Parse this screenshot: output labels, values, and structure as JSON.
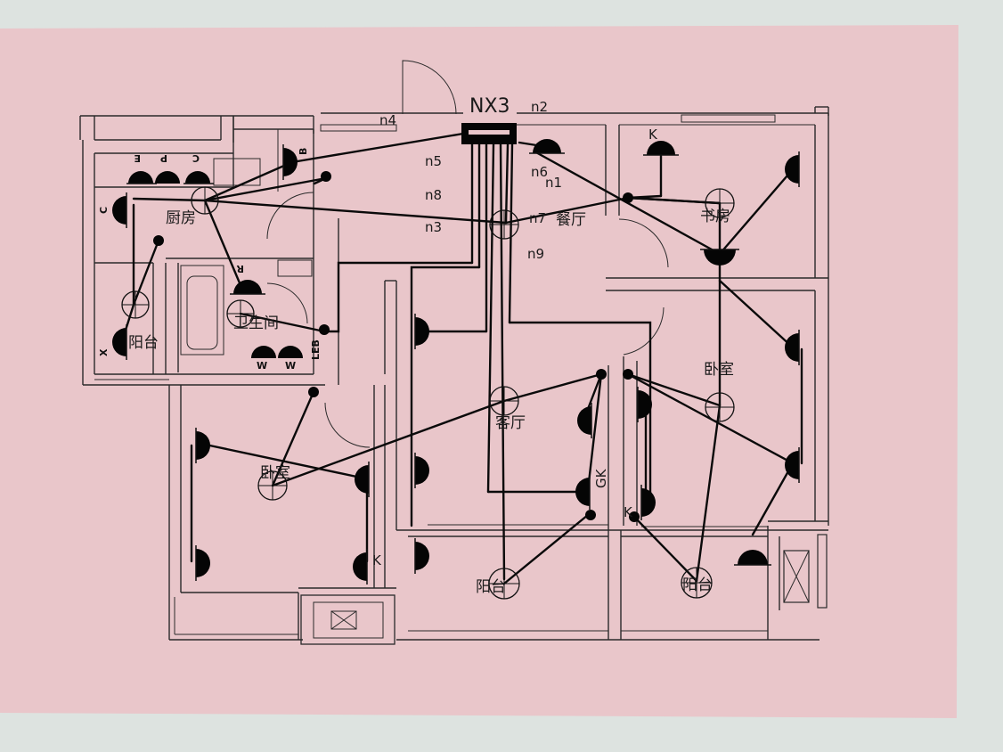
{
  "panel": {
    "label": "NX3"
  },
  "circuits": [
    {
      "id": "n2",
      "label": "n2"
    },
    {
      "id": "n4",
      "label": "n4"
    },
    {
      "id": "n5",
      "label": "n5"
    },
    {
      "id": "n6",
      "label": "n6"
    },
    {
      "id": "n1",
      "label": "n1"
    },
    {
      "id": "n8",
      "label": "n8"
    },
    {
      "id": "n7",
      "label": "n7"
    },
    {
      "id": "n3",
      "label": "n3"
    },
    {
      "id": "n9",
      "label": "n9"
    }
  ],
  "rooms": {
    "kitchen": "厨房",
    "dining": "餐厅",
    "study": "书房",
    "bathroom": "卫生间",
    "balcony_left": "阳台",
    "living": "客厅",
    "bedroom_right": "卧室",
    "bedroom_left": "卧室",
    "balcony_bottom_left": "阳台",
    "balcony_bottom_right": "阳台"
  },
  "socket_labels": {
    "k_study": "K",
    "k_bedroom_left": "K",
    "gk": "GK",
    "k_bedroom_right": "K",
    "b_kitchen": "B",
    "c_kitchen": "C",
    "p_kitchen": "P",
    "e_kitchen": "E",
    "c_kitchen_side": "C",
    "r_bath": "R",
    "w1_bath": "W",
    "w2_bath": "W",
    "leb": "LEB",
    "x_balcony": "X"
  },
  "colors": {
    "sheet": "#e9c6ca",
    "ink": "#0a0a0a",
    "background": "#dde3e0"
  }
}
